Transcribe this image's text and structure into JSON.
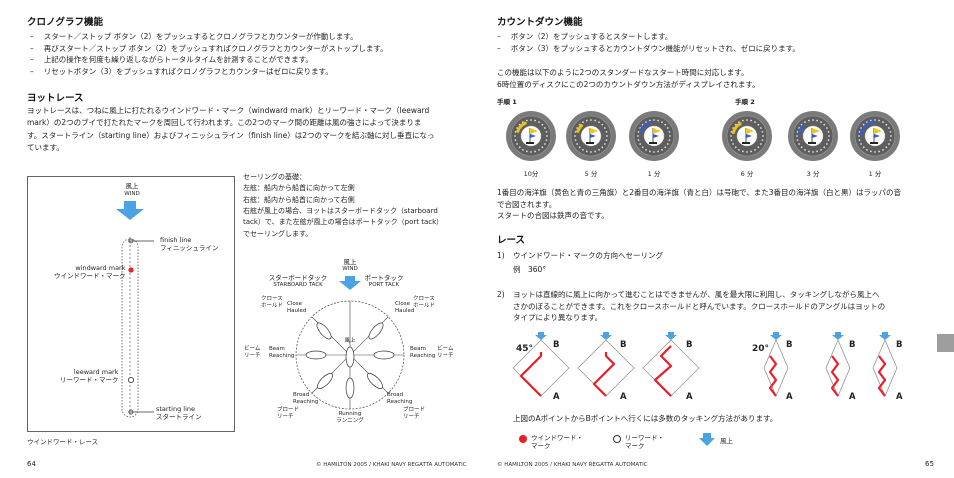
{
  "left": {
    "chrono": {
      "title": "クロノグラフ機能",
      "items": [
        "スタート／ストップ ボタン（2）をプッシュするとクロノグラフとカウンターが作動します。",
        "再びスタート／ストップ ボタン（2）をプッシュすればクロノグラフとカウンターがストップします。",
        "上記の操作を何度も繰り返しながらトータルタイムを計測することができます。",
        "リセットボタン（3）をプッシュすればクロノグラフとカウンターはゼロに戻ります。"
      ],
      "bullet": "–"
    },
    "yacht": {
      "title": "ヨットレース",
      "lines": [
        "ヨットレースは、つねに風上に打たれるウインドワード・マーク（windward mark）とリーワード・マーク（leeward",
        "mark）の2つのブイで打たれたマークを周回して行われます。この2つのマーク間の距離は風の強さによって決まりま",
        "す。スタートライン（starting line）およびフィニッシュライン（finish line）は2つのマークを結ぶ軸に対し垂直になっ",
        "ています。"
      ]
    },
    "diagram": {
      "wind_jp": "風上",
      "wind_en": "WIND",
      "finish_en": "finish line",
      "finish_jp": "フィニッシュライン",
      "windward_en": "windward mark",
      "windward_jp": "ウインドワード・マーク",
      "leeward_en": "leeward mark",
      "leeward_jp": "リーワード・マーク",
      "starting_en": "starting line",
      "starting_jp": "スタートライン",
      "caption": "ウインドワード・レース"
    },
    "sailing": {
      "lines": [
        "セーリングの基礎：",
        "左舷：船内から船首に向かって左側",
        "右舷：船内から船首に向かって右側",
        "右舷が風上の場合、ヨットはスターボードタック（starboard",
        "tack）で、また左舷が風上の場合はポートタック（port tack）",
        "でセーリングします。"
      ],
      "compass": {
        "wind_jp": "風上",
        "wind_en": "WIND",
        "starboard_jp": "スターボードタック",
        "starboard_en": "STARBOARD TACK",
        "port_jp": "ポートタック",
        "port_en": "PORT TACK",
        "center_jp": "風上",
        "close_left_jp": "クロース",
        "close_left_jp2": "ホールド",
        "close_en": "Close",
        "hauled_en": "Hauled",
        "close_right_jp": "クロース",
        "close_right_jp2": "ホールド",
        "beam_left_jp": "ビーム",
        "beam_left_jp2": "リーチ",
        "beam_en": "Beam",
        "reaching_en": "Reaching",
        "beam_right_jp": "ビーム",
        "beam_right_jp2": "リーチ",
        "broad_en": "Broad",
        "broad_left_jp": "ブロード",
        "broad_left_jp2": "リーチ",
        "broad_right_jp": "ブロード",
        "broad_right_jp2": "リーチ",
        "running_en": "Running",
        "running_jp": "ランニング"
      }
    },
    "page_num": "64",
    "footer": "© HAMILTON 2005 / KHAKI NAVY REGATTA AUTOMATIC"
  },
  "right": {
    "countdown": {
      "title": "カウントダウン機能",
      "items": [
        "ボタン（2）をプッシュするとスタートします。",
        "ボタン（3）をプッシュするとカウントダウン機能がリセットされ、ゼロに戻ります。"
      ],
      "intro": [
        "この機能は以下のように2つのスタンダードなスタート時間に対応します。",
        "6時位置のディスクにこの2つのカウントダウン方法がディスプレイされます。"
      ],
      "proc1": "手順 1",
      "proc2": "手順 2",
      "dial_labels": [
        "10分",
        "5 分",
        "1 分",
        "6 分",
        "3 分",
        "1 分"
      ],
      "note": [
        "1番目の海洋旗（黄色と青の三角旗）と2番目の海洋旗（青と白）は号砲で、また3番目の海洋旗（白と黒）はラッパの音",
        "で合図されます。",
        "スタートの合図は鉄声の音です。"
      ]
    },
    "race": {
      "title": "レース",
      "item1_num": "1)",
      "item1": "ウインドワード・マークの方向へセーリング",
      "item1_ex": "例　360°",
      "item2_num": "2)",
      "item2_lines": [
        "ヨットは直線的に風上に向かって進むことはできませんが、風を最大限に利用し、タッキングしながら風上へ",
        "さかのぼることができます。これをクロースホールドと呼んでいます。クロースホールドのアングルはヨットの",
        "タイプにより異なります。"
      ],
      "angle1": "45°",
      "angle2": "20°",
      "label_a": "A",
      "label_b": "B",
      "caption": "上図のAポイントからBポイントへ行くには多数のタッキング方法があります。",
      "legend_windward": "ウインドワード・",
      "legend_windward2": "マーク",
      "legend_leeward": "リーワード・",
      "legend_leeward2": "マーク",
      "legend_wind": "風上"
    },
    "page_num": "65",
    "footer": "© HAMILTON 2005 / KHAKI NAVY REGATTA AUTOMATIC"
  },
  "colors": {
    "accent_red": "#e8202a",
    "wind_blue": "#4ba3e3",
    "dial_gray": "#7a7a7a",
    "page_tab_gray": "#9e9e9e"
  }
}
